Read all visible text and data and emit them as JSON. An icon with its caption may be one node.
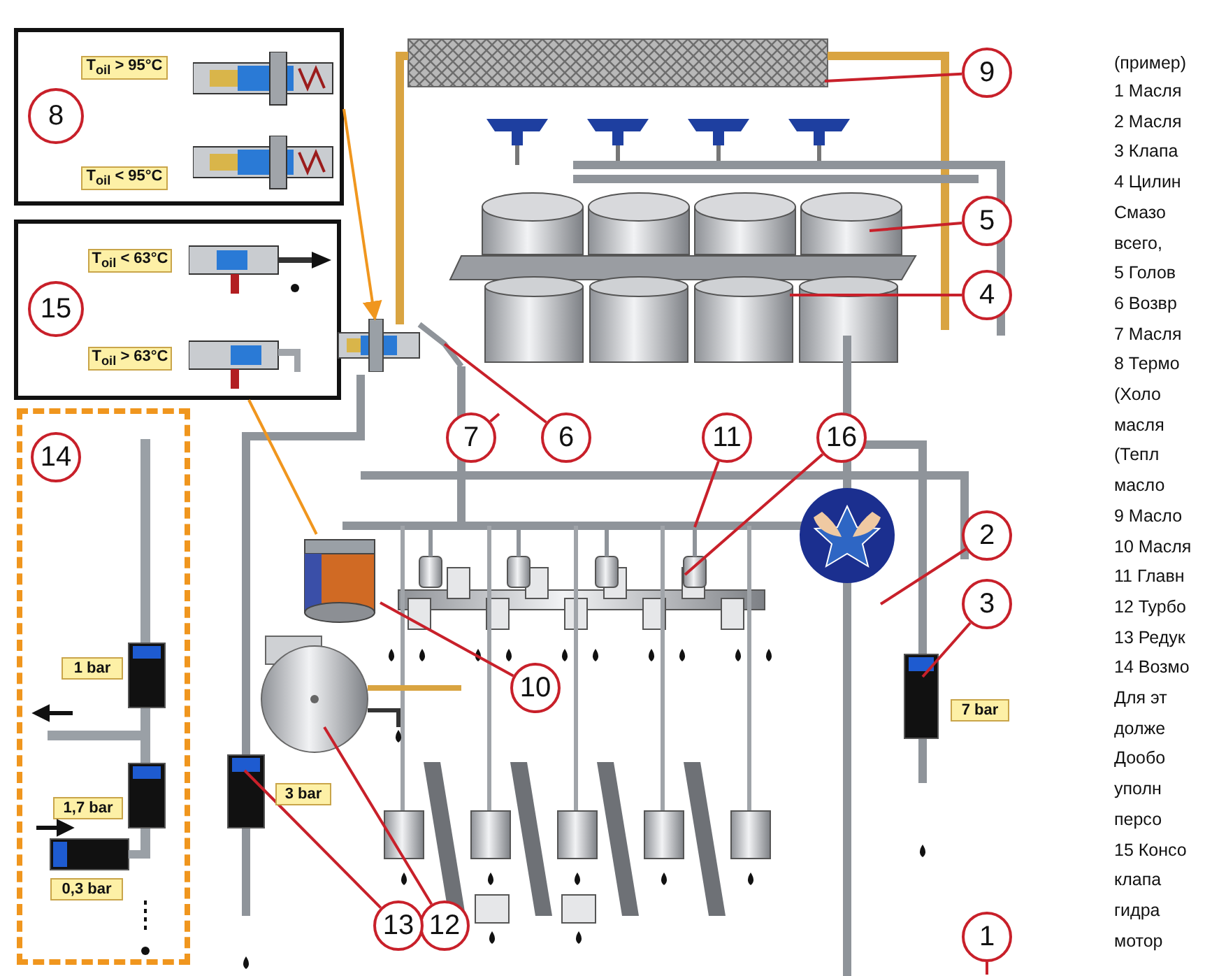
{
  "diagram": {
    "nodes": [
      {
        "text": [],
        "shape": "box"
      },
      {
        "text": [
          "8"
        ],
        "in": 0
      },
      {
        "text": [
          "T$_{oil}$ > 95°C"
        ],
        "in": 0
      },
      {
        "text": [
          "T$_{oil}$ < 95°C"
        ],
        "in": 0
      },
      {
        "text": [],
        "shape": "box"
      },
      {
        "text": [
          "15"
        ],
        "in": 4
      },
      {
        "text": [
          "T$_{oil}$ < 63°C"
        ],
        "in": 4
      },
      {
        "text": [
          "T$_{oil}$ > 63°C"
        ],
        "in": 4
      },
      {
        "text": [],
        "shape": "box"
      },
      {
        "text": [
          "14"
        ],
        "in": 8
      },
      {
        "text": [
          "1 bar"
        ],
        "in": 8
      },
      {
        "text": [
          "1,7 bar"
        ],
        "in": 8
      },
      {
        "text": [
          "0,3 bar"
        ],
        "in": 8
      },
      {
        "text": [
          "9"
        ]
      },
      {
        "text": [
          "5"
        ]
      },
      {
        "text": [
          "4"
        ]
      },
      {
        "text": [
          "6"
        ]
      },
      {
        "text": [
          "7"
        ]
      },
      {
        "text": [
          "11"
        ]
      },
      {
        "text": [
          "16"
        ]
      },
      {
        "text": [
          "2"
        ]
      },
      {
        "text": [
          "3"
        ]
      },
      {
        "text": [
          "10"
        ]
      },
      {
        "text": [
          "12"
        ]
      },
      {
        "text": [
          "13"
        ]
      },
      {
        "text": [
          "1"
        ]
      },
      {
        "text": [
          "3 bar"
        ]
      },
      {
        "text": [
          "7 bar"
        ]
      },
      {
        "text": [],
        "shape": "picture"
      },
      {
        "text": [],
        "shape": "picture"
      }
    ],
    "edges": [
      {
        "from": 0,
        "to": 28,
        "arrow": "to",
        "color": "#f0961e"
      },
      {
        "from": 4,
        "to": 29,
        "arrow": "none",
        "color": "#f0961e"
      },
      {
        "from": 13,
        "to": null,
        "arrow": "none"
      },
      {
        "from": 14,
        "to": null,
        "arrow": "none"
      },
      {
        "from": 15,
        "to": null,
        "arrow": "none"
      },
      {
        "from": 16,
        "to": null,
        "arrow": "none"
      },
      {
        "from": 17,
        "to": null,
        "arrow": "none"
      },
      {
        "from": 18,
        "to": null,
        "arrow": "none"
      },
      {
        "from": 19,
        "to": null,
        "arrow": "none"
      },
      {
        "from": 20,
        "to": null,
        "arrow": "none"
      },
      {
        "from": 21,
        "to": null,
        "arrow": "none"
      },
      {
        "from": 22,
        "to": 29,
        "arrow": "none"
      },
      {
        "from": 23,
        "to": null,
        "arrow": "none"
      },
      {
        "from": 24,
        "to": null,
        "arrow": "none"
      },
      {
        "from": 25,
        "to": null,
        "arrow": "none"
      }
    ],
    "labels": [
      "(пример)",
      "1 Масля",
      "2 Масля",
      "3 Клапа",
      "4 Цилин",
      "Смазо",
      "всего,",
      "5 Голов",
      "6 Возвр",
      "7 Масля",
      "8 Термо",
      "(Холо",
      "масля",
      "(Тепл",
      "масло",
      "9 Масло",
      "10 Масля",
      "11 Главн",
      "12 Турбо",
      "13 Редук",
      "14 Возмо",
      "Для эт",
      "долже",
      "Дообо",
      "уполн",
      "персо",
      "15 Консо",
      "клапа",
      "гидра",
      "мотор"
    ]
  }
}
